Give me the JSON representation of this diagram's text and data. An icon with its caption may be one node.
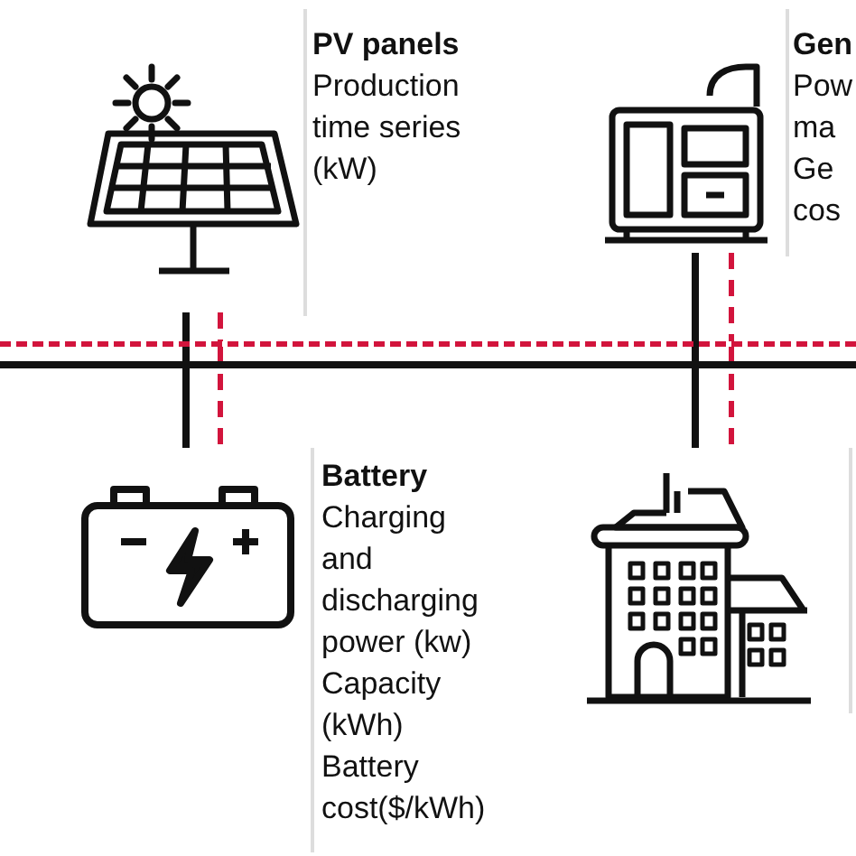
{
  "diagram": {
    "nodes": [
      {
        "text": [
          "PV panels",
          "Production time series (kW)"
        ]
      },
      {
        "text": [
          "Gen",
          "Pow ma Ge cos"
        ]
      },
      {
        "text": [],
        "shape": "bar"
      },
      {
        "text": [],
        "shape": "bar"
      },
      {
        "text": [
          "Battery",
          "Charging and discharging power (kw)",
          "Capacity (kWh)",
          "Battery cost($/kWh)"
        ]
      },
      {
        "text": [],
        "shape": "building"
      }
    ],
    "edges": [
      {
        "from": 0,
        "to": 3,
        "arrow": "none"
      },
      {
        "from": 0,
        "to": 2,
        "arrow": "none",
        "style": "dashed",
        "color": "#d2143c"
      },
      {
        "from": 1,
        "to": 3,
        "arrow": "none"
      },
      {
        "from": 1,
        "to": 2,
        "arrow": "none",
        "style": "dashed",
        "color": "#d2143c"
      },
      {
        "from": 3,
        "to": 4,
        "arrow": "none"
      },
      {
        "from": 2,
        "to": 4,
        "arrow": "none",
        "style": "dashed",
        "color": "#d2143c"
      },
      {
        "from": 3,
        "to": 5,
        "arrow": "none"
      },
      {
        "from": 2,
        "to": 5,
        "arrow": "none",
        "style": "dashed",
        "color": "#d2143c"
      }
    ]
  }
}
